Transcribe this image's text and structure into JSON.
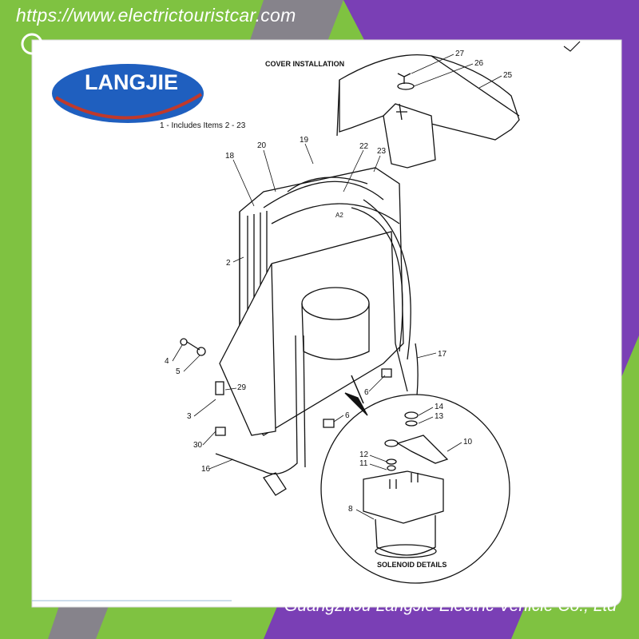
{
  "website_url": "https://www.electrictouristcar.com",
  "company_footer": "Guangzhou LangJie Electric Vehicle Co., Ltd",
  "logo": {
    "text": "LANGJIE",
    "color": "#1f5fbf"
  },
  "diagram": {
    "cover_title": "COVER INSTALLATION",
    "includes_note": "1 - Includes Items 2 - 23",
    "solenoid_title": "SOLENOID DETAILS",
    "terminal_label": "A2",
    "callouts": [
      "27",
      "26",
      "25",
      "18",
      "20",
      "19",
      "22",
      "23",
      "2",
      "4",
      "5",
      "29",
      "3",
      "30",
      "16",
      "17",
      "6",
      "6",
      "14",
      "13",
      "10",
      "12",
      "11",
      "8"
    ]
  },
  "colors": {
    "green": "#7fc241",
    "purple": "#7a3fb5",
    "line": "#111111"
  }
}
